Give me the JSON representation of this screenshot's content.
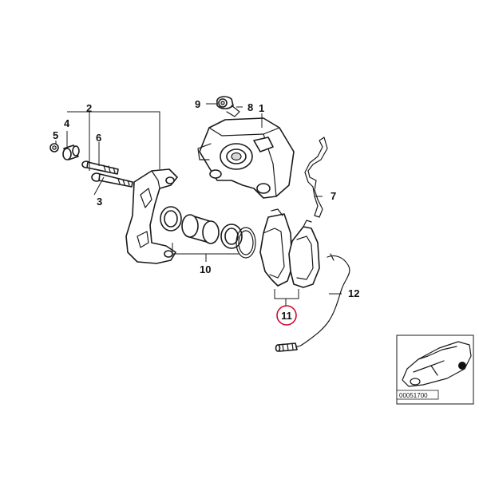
{
  "diagram": {
    "callouts": {
      "c1": "1",
      "c2": "2",
      "c3": "3",
      "c4": "4",
      "c5": "5",
      "c6": "6",
      "c7": "7",
      "c8": "8",
      "c9": "9",
      "c10": "10",
      "c11": "11",
      "c12": "12"
    },
    "highlighted_callout": "11",
    "highlight_color": "#c8102e",
    "reference_code": "00051700"
  }
}
